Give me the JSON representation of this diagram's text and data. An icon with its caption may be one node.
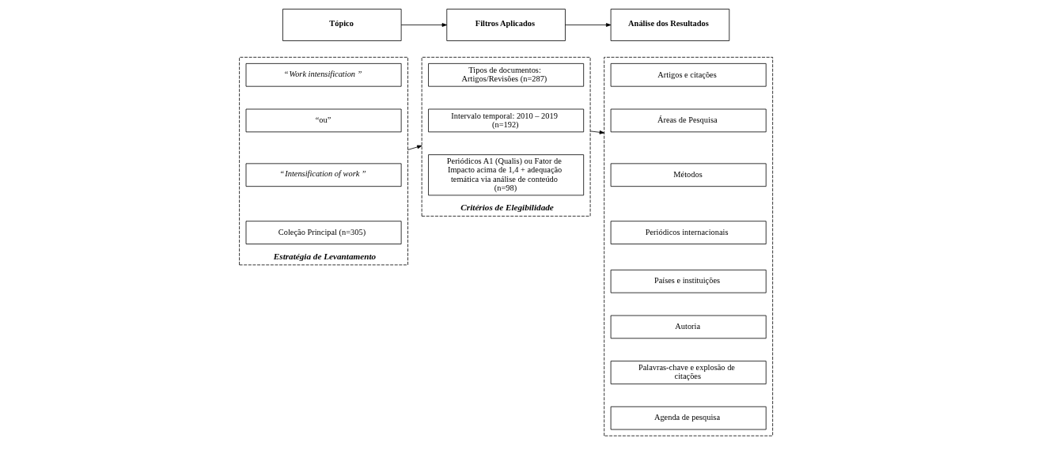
{
  "diagram": {
    "nodes": [
      {
        "text": [
          "Tópico"
        ]
      },
      {
        "text": [
          "Filtros Aplicados"
        ]
      },
      {
        "text": [
          "Análise dos Resultados"
        ]
      },
      {
        "text": [],
        "shape": "box",
        "beside": [
          "Estratégia de Levantamento"
        ]
      },
      {
        "text": [
          "“*Work intensification*”"
        ],
        "in": 3
      },
      {
        "text": [
          "“ou”"
        ],
        "in": 3
      },
      {
        "text": [
          "“*Intensification of work*”"
        ],
        "in": 3
      },
      {
        "text": [
          "Coleção Principal (n=305)"
        ],
        "in": 3
      },
      {
        "text": [],
        "shape": "box",
        "beside": [
          "Critérios de Elegibilidade"
        ]
      },
      {
        "text": [
          "Tipos de documentos: Artigos/Revisões (n=287)"
        ],
        "in": 8
      },
      {
        "text": [
          "Intervalo temporal: 2010 – 2019 (n=192)"
        ],
        "in": 8
      },
      {
        "text": [
          "Periódicos A1 (Qualis) ou Fator de Impacto acima de 1,4 + adequação temática via análise de conteúdo (n=98)"
        ],
        "in": 8
      },
      {
        "text": [],
        "shape": "box"
      },
      {
        "text": [
          "Artigos e citações"
        ],
        "in": 12
      },
      {
        "text": [
          "Áreas de Pesquisa"
        ],
        "in": 12
      },
      {
        "text": [
          "Métodos"
        ],
        "in": 12
      },
      {
        "text": [
          "Periódicos internacionais"
        ],
        "in": 12
      },
      {
        "text": [
          "Países e instituições"
        ],
        "in": 12
      },
      {
        "text": [
          "Autoria"
        ],
        "in": 12
      },
      {
        "text": [
          "Palavras-chave e explosão de citações"
        ],
        "in": 12
      },
      {
        "text": [
          "Agenda de pesquisa"
        ],
        "in": 12
      }
    ],
    "edges": [
      {
        "from": 0,
        "to": 1,
        "arrow": "to"
      },
      {
        "from": 1,
        "to": 2,
        "arrow": "to"
      },
      {
        "from": 3,
        "to": 8,
        "arrow": "to"
      },
      {
        "from": 8,
        "to": 12,
        "arrow": "to"
      }
    ]
  }
}
